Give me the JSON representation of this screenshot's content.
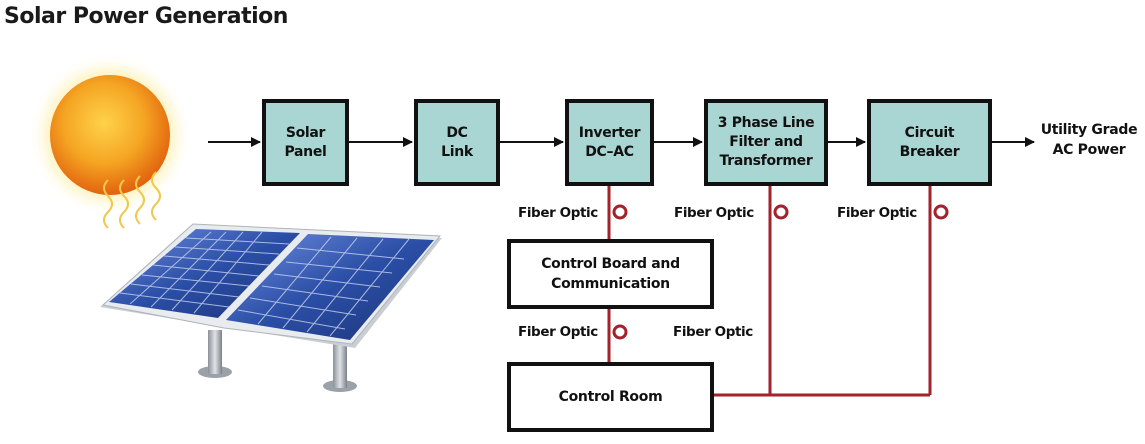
{
  "title": "Solar Power Generation",
  "blocks": {
    "solar_panel": "Solar\nPanel",
    "dc_link": "DC\nLink",
    "inverter": "Inverter\nDC–AC",
    "filter": "3 Phase Line\nFilter and\nTransformer",
    "breaker": "Circuit\nBreaker",
    "control_board": "Control Board and\nCommunication",
    "control_room": "Control Room"
  },
  "output_label": "Utility Grade\nAC Power",
  "fiber_labels": {
    "inverter": "Fiber Optic",
    "filter": "Fiber Optic",
    "breaker": "Fiber Optic",
    "board_left": "Fiber Optic",
    "board_right": "Fiber Optic"
  },
  "colors": {
    "block_fill": "#a9d5d2",
    "fiber_line": "#a3222c",
    "sun": "#f08a1e",
    "panel": "#2a4fa8"
  },
  "icons": [
    "sun-icon",
    "solar-panel-illustration",
    "fiber-loop-icon"
  ]
}
